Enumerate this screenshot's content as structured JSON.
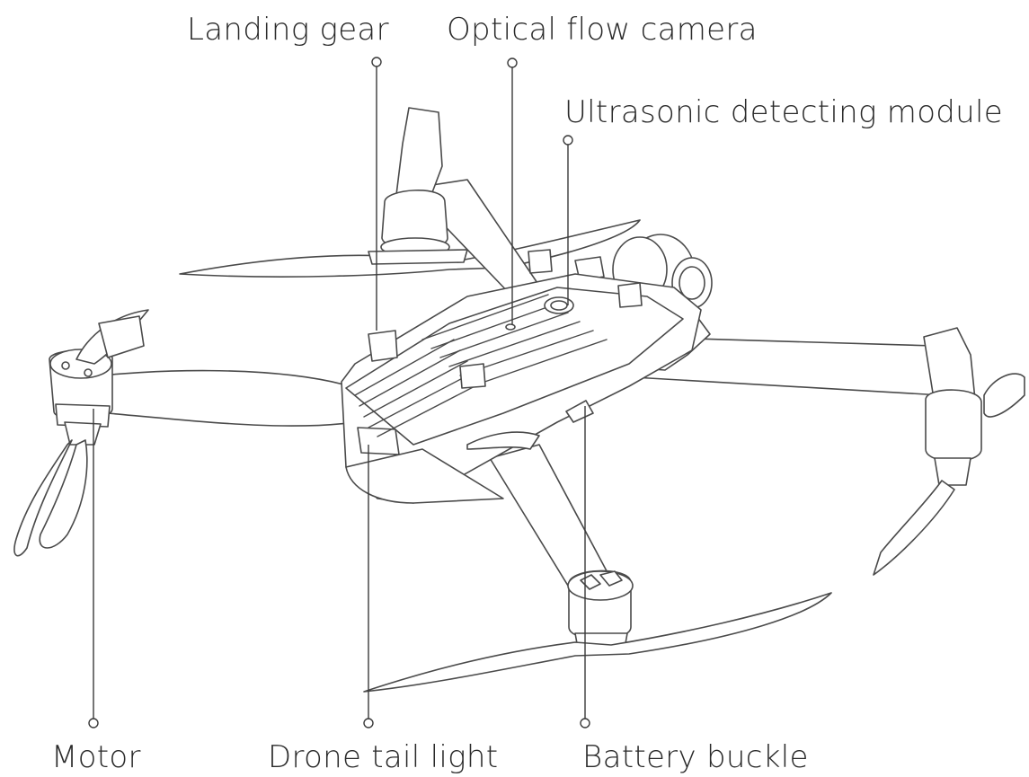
{
  "labels": {
    "landing_gear": "Landing gear",
    "optical_flow_camera": "Optical flow camera",
    "ultrasonic_module": "Ultrasonic detecting module",
    "motor": "Motor",
    "tail_light": "Drone tail light",
    "battery_buckle": "Battery buckle"
  },
  "colors": {
    "line": "#4a4a4a",
    "text": "#2a2a2a",
    "background": "#ffffff"
  }
}
